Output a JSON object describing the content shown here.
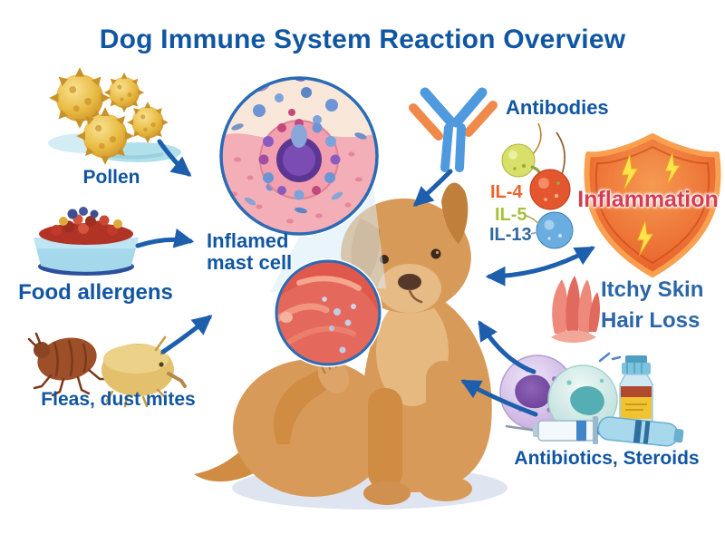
{
  "title": "Dog Immune System Reaction Overview",
  "triggers": {
    "pollen_label": "Pollen",
    "food_label": "Food allergens",
    "parasites_label": "Fleas, dust mites"
  },
  "mast_cell": {
    "label_line1": "Inflamed",
    "label_line2": "mast cell"
  },
  "immune_response": {
    "antibodies_label": "Antibodies",
    "cytokines": [
      {
        "label": "IL-4",
        "color": "#f2622d",
        "sphere_color": "#d8e06a"
      },
      {
        "label": "IL-5",
        "color": "#a7c13b",
        "sphere_color": "#e4572e"
      },
      {
        "label": "IL-13",
        "color": "#31689f",
        "sphere_color": "#6aade0"
      }
    ],
    "inflammation_label": "Inflammation"
  },
  "symptoms": {
    "line1": "Itchy Skin",
    "line2": "Hair Loss"
  },
  "treatment": {
    "label": "Antibiotics, Steroids"
  },
  "colors": {
    "heading_text": "#1156a2",
    "label_text": "#1156a2",
    "arrow": "#1d5fad",
    "inflammation_text": "#d63d55",
    "pollen_yellow": "#e9bc45",
    "bowl_blue": "#a6d8ec",
    "shield_orange": "#ee6a2c",
    "dog_coat": "#d89a58",
    "inset_ring": "#2a6bb5"
  }
}
